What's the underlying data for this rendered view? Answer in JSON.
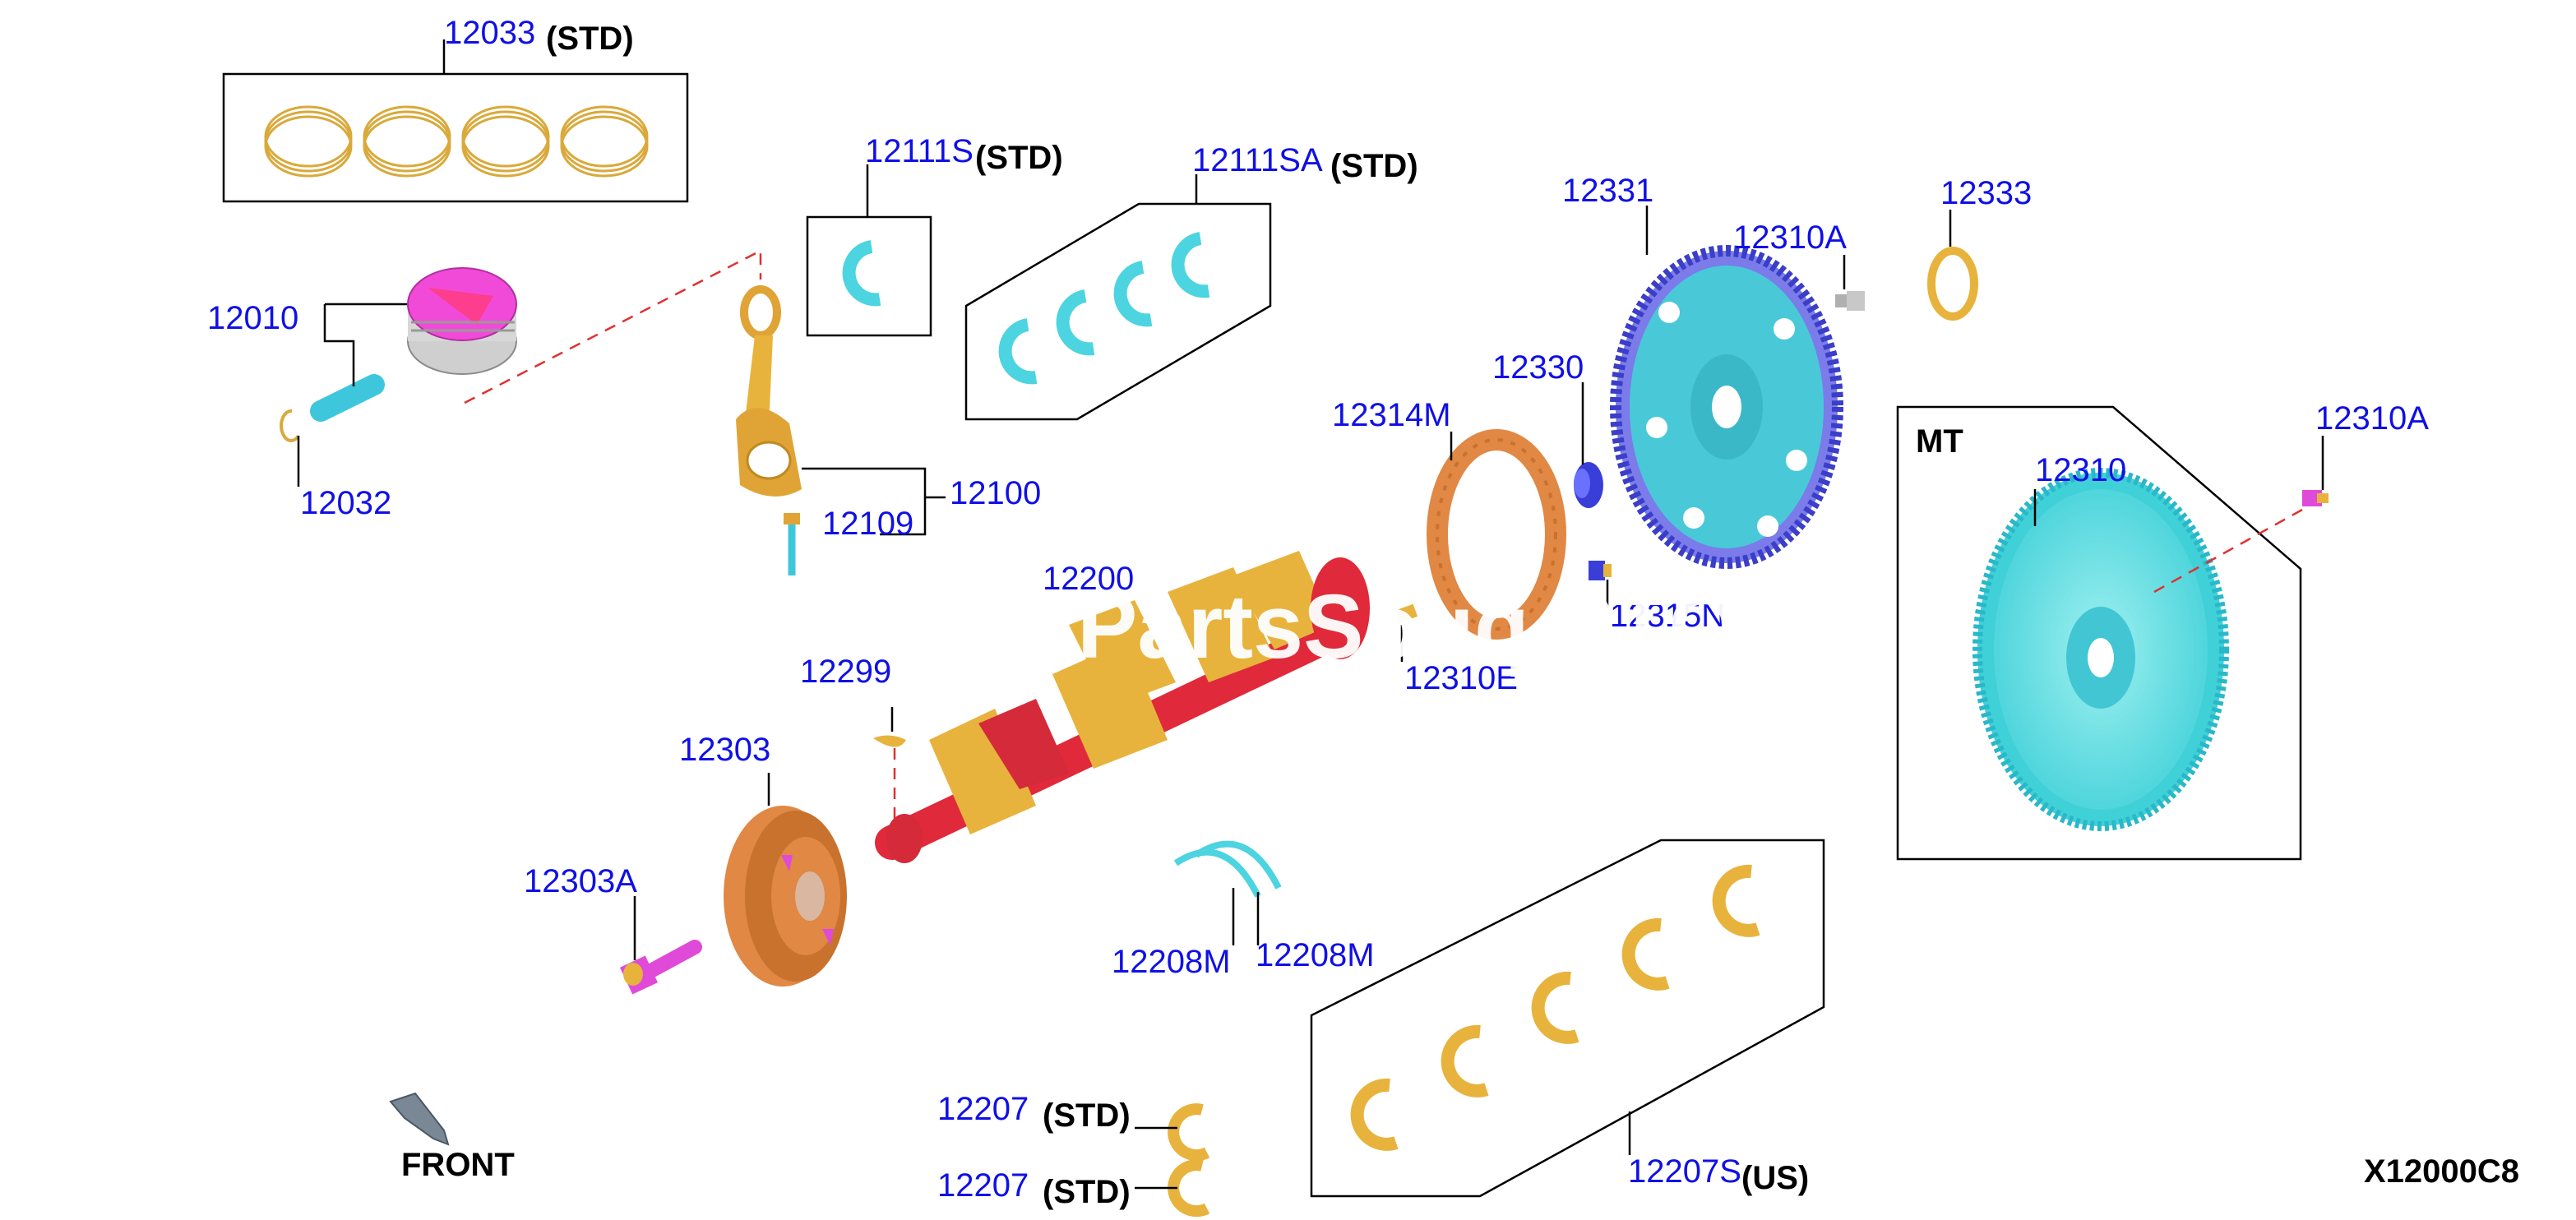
{
  "diagram": {
    "code": "X12000C8",
    "front_label": "FRONT",
    "watermark": "PartsSouq STORE",
    "mt_label": "MT",
    "parts": {
      "p12033": {
        "num": "12033",
        "qual": "(STD)"
      },
      "p12111S": {
        "num": "12111S",
        "qual": "(STD)"
      },
      "p12111SA": {
        "num": "12111SA",
        "qual": "(STD)"
      },
      "p12010": {
        "num": "12010"
      },
      "p12032": {
        "num": "12032"
      },
      "p12100": {
        "num": "12100"
      },
      "p12109": {
        "num": "12109"
      },
      "p12200": {
        "num": "12200"
      },
      "p12299": {
        "num": "12299"
      },
      "p12303": {
        "num": "12303"
      },
      "p12303A": {
        "num": "12303A"
      },
      "p12208M_a": {
        "num": "12208M"
      },
      "p12208M_b": {
        "num": "12208M"
      },
      "p12207_a": {
        "num": "12207",
        "qual": "(STD)"
      },
      "p12207_b": {
        "num": "12207",
        "qual": "(STD)"
      },
      "p12207S": {
        "num": "12207S",
        "qual": "(US)"
      },
      "p12314M": {
        "num": "12314M"
      },
      "p12330": {
        "num": "12330"
      },
      "p12310E": {
        "num": "12310E"
      },
      "p12315N": {
        "num": "12315N"
      },
      "p12331": {
        "num": "12331"
      },
      "p12310A_a": {
        "num": "12310A"
      },
      "p12333": {
        "num": "12333"
      },
      "p12310A_b": {
        "num": "12310A"
      },
      "p12310": {
        "num": "12310"
      }
    }
  }
}
